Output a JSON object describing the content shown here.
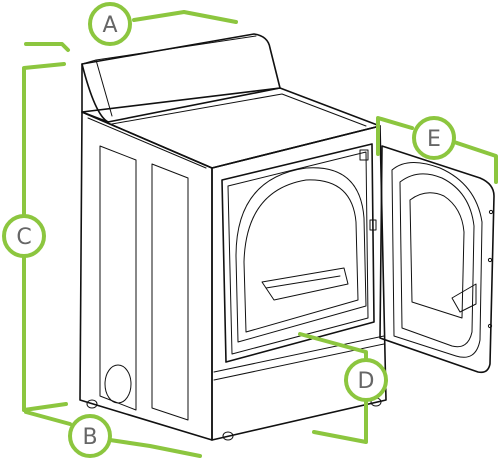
{
  "colors": {
    "callout": "#8cc63f",
    "label_text": "#666666",
    "outline": "#111111"
  },
  "callouts": {
    "a": {
      "label": "A",
      "meaning": "width"
    },
    "b": {
      "label": "B",
      "meaning": "depth"
    },
    "c": {
      "label": "C",
      "meaning": "height"
    },
    "d": {
      "label": "D",
      "meaning": "opening"
    },
    "e": {
      "label": "E",
      "meaning": "door-swing"
    }
  }
}
